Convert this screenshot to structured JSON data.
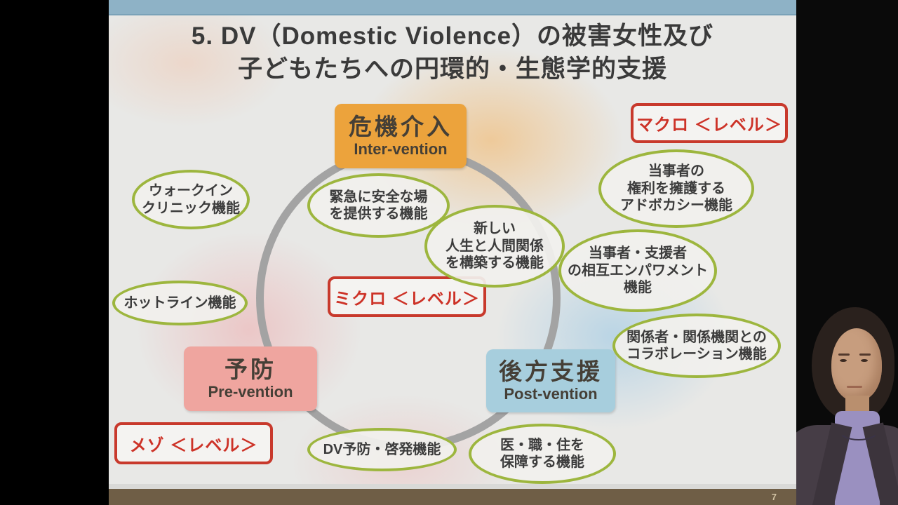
{
  "slide": {
    "title": {
      "line1": "5. DV（Domestic Violence）の被害女性及び",
      "line2": "子どもたちへの円環的・生態学的支援"
    },
    "page_number": "7",
    "boxes": {
      "intervention": {
        "jp": "危機介入",
        "en": "Inter-vention",
        "color": "#eca33c"
      },
      "prevention": {
        "jp": "予防",
        "en": "Pre-vention",
        "color": "#efa59f"
      },
      "postvention": {
        "jp": "後方支援",
        "en": "Post-vention",
        "color": "#a7cedd"
      }
    },
    "levels": {
      "macro": "マクロ ＜レベル＞",
      "micro": "ミクロ ＜レベル＞",
      "meso": "メゾ ＜レベル＞",
      "accent_color": "#cd3227"
    },
    "functions": {
      "walkin": "ウォークイン\nクリニック機能",
      "emergency": "緊急に安全な場\nを提供する機能",
      "newlife": "新しい\n人生と人間関係\nを構築する機能",
      "advocacy": "当事者の\n権利を擁護する\nアドボカシー機能",
      "empowerment": "当事者・支援者\nの相互エンパワメント\n機能",
      "hotline": "ホットライン機能",
      "collaboration": "関係者・関係機関との\nコラボレーション機能",
      "dv_prevention": "DV予防・啓発機能",
      "welfare": "医・職・住を\n保障する機能",
      "outline_color": "#9db63e"
    },
    "ring_color": "#a3a3a3"
  }
}
